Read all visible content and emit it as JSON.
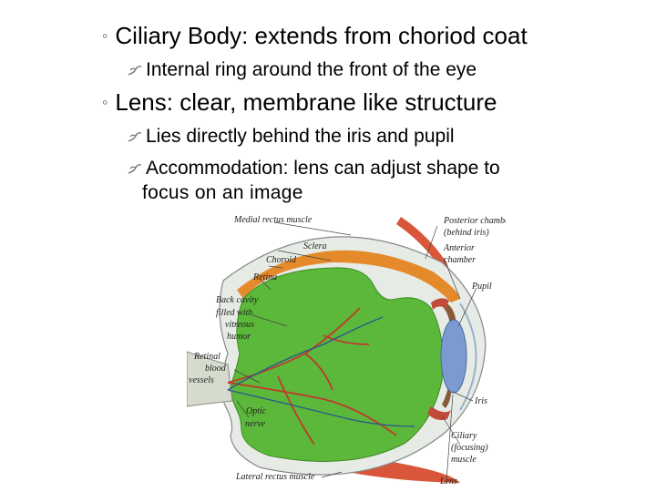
{
  "bullets": [
    {
      "text": "Ciliary Body: extends from choriod coat",
      "sub": [
        "Internal ring around the front of the eye"
      ]
    },
    {
      "text": "Lens: clear, membrane like structure",
      "sub": [
        "Lies directly behind the iris and pupil",
        "Accommodation: lens can adjust shape to"
      ],
      "continuation": "focus on an image"
    }
  ],
  "figure": {
    "labels": {
      "medial_rectus": "Medial rectus muscle",
      "sclera": "Sclera",
      "choroid": "Choroid",
      "retina": "Retina",
      "back_cavity_1": "Back cavity",
      "back_cavity_2": "filled with",
      "back_cavity_3": "vitreous",
      "back_cavity_4": "humor",
      "retinal_1": "Retinal",
      "retinal_2": "blood",
      "retinal_3": "vessels",
      "optic_1": "Optic",
      "optic_2": "nerve",
      "lateral_rectus": "Lateral rectus muscle",
      "posterior_1": "Posterior chamber",
      "posterior_2": "(behind iris)",
      "anterior_1": "Anterior",
      "anterior_2": "chamber",
      "pupil": "Pupil",
      "iris": "Iris",
      "ciliary_1": "Ciliary",
      "ciliary_2": "(focusing)",
      "ciliary_3": "muscle",
      "lens": "Lens"
    },
    "colors": {
      "vitreous": "#5cb83a",
      "choroid": "#e58a2a",
      "sclera": "#e6ebe6",
      "vessels": "#c0392b",
      "lens": "#7a9ad0",
      "muscle": "#d9563a"
    }
  }
}
